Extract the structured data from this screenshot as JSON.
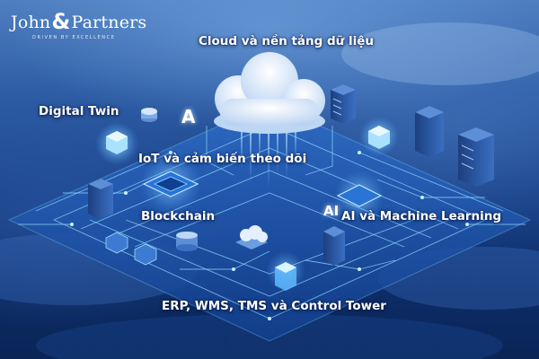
{
  "brand": {
    "name_left": "John",
    "ampersand": "&",
    "name_right": "Partners",
    "tagline": "DRIVEN BY EXCELLENCE"
  },
  "labels": {
    "cloud": "Cloud và nền tảng dữ liệu",
    "digital_twin": "Digital Twin",
    "iot": "IoT và cảm biến theo dõi",
    "blockchain": "Blockchain",
    "ai": "AI và Machine Learning",
    "erp": "ERP, WMS, TMS và Control Tower"
  },
  "badges": {
    "ai_chip_left": "A",
    "ai_chip_right": "AI"
  },
  "colors": {
    "background_top": "#4f7fc0",
    "background_bottom": "#0a2556",
    "board": "#1a4fa8",
    "circuit_glow": "#7fd0ff",
    "text": "#ffffff"
  }
}
